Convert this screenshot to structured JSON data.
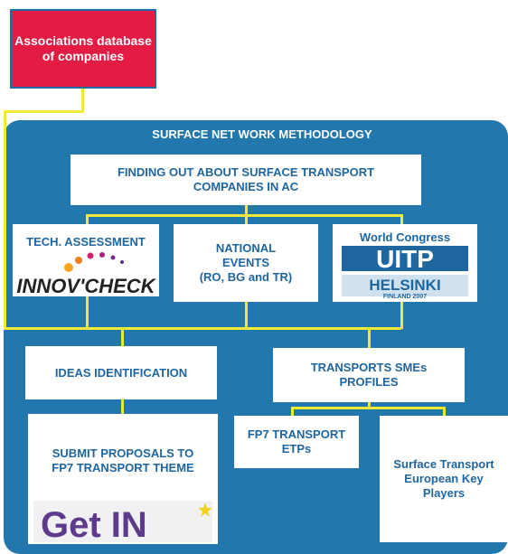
{
  "associations": "Associations database of companies",
  "methodology_title": "SURFACE NET WORK METHODOLOGY",
  "finding_out": "FINDING OUT ABOUT SURFACE TRANSPORT COMPANIES IN AC",
  "tech_assessment": "TECH. ASSESSMENT",
  "innovcheck_logo": "INNOV'CHECK",
  "national_events": "NATIONAL EVENTS",
  "national_events_sub": "(RO, BG and TR)",
  "world_congress": "World Congress",
  "uitp_logo": "UITP",
  "helsinki": "HELSINKI",
  "finland": "FINLAND 2007",
  "ideas": "IDEAS IDENTIFICATION",
  "transports_smes": "TRANSPORTS SMEs PROFILES",
  "submit": "SUBMIT PROPOSALS TO FP7 TRANSPORT THEME",
  "getin_logo": "Get IN",
  "fp7_etps": "FP7 TRANSPORT ETPs",
  "surface_players": "Surface Transport European Key Players"
}
